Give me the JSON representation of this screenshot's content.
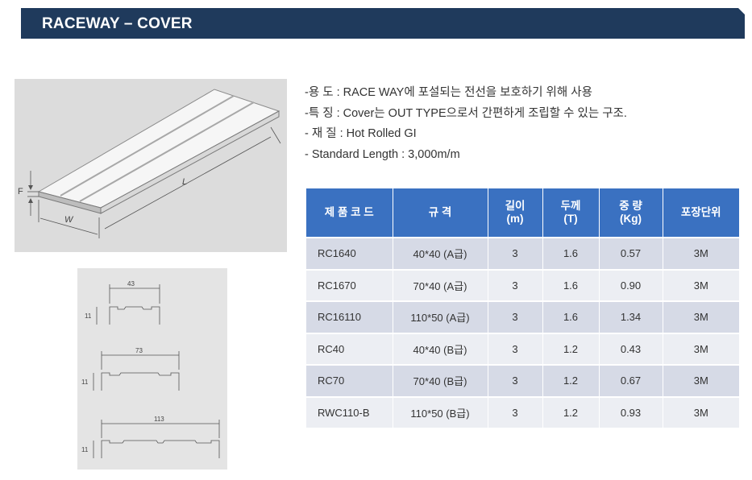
{
  "header": {
    "title": "RACEWAY – COVER",
    "bar_color": "#1f3a5c"
  },
  "figure": {
    "dim_labels": [
      "F",
      "W",
      "L"
    ]
  },
  "profiles": [
    {
      "width": "43",
      "height": "11"
    },
    {
      "width": "73",
      "height": "11"
    },
    {
      "width": "113",
      "height": "11"
    }
  ],
  "specs": [
    "-용 도 : RACE WAY에 포설되는 전선을 보호하기 위해 사용",
    "-특 징 : Cover는 OUT TYPE으로서 간편하게 조립할 수 있는 구조.",
    "- 재 질 : Hot Rolled GI",
    "- Standard Length : 3,000m/m"
  ],
  "table": {
    "header_color": "#3a71c1",
    "headers": [
      {
        "line1": "제 품 코 드",
        "line2": ""
      },
      {
        "line1": "규      격",
        "line2": ""
      },
      {
        "line1": "길이",
        "line2": "(m)"
      },
      {
        "line1": "두께",
        "line2": "(T)"
      },
      {
        "line1": "중  량",
        "line2": "(Kg)"
      },
      {
        "line1": "포장단위",
        "line2": ""
      }
    ],
    "rows": [
      [
        "RC1640",
        "40*40  (A급)",
        "3",
        "1.6",
        "0.57",
        "3M"
      ],
      [
        "RC1670",
        "70*40  (A급)",
        "3",
        "1.6",
        "0.90",
        "3M"
      ],
      [
        "RC16110",
        "110*50 (A급)",
        "3",
        "1.6",
        "1.34",
        "3M"
      ],
      [
        "RC40",
        "40*40  (B급)",
        "3",
        "1.2",
        "0.43",
        "3M"
      ],
      [
        "RC70",
        "70*40  (B급)",
        "3",
        "1.2",
        "0.67",
        "3M"
      ],
      [
        "RWC110-B",
        "110*50 (B급)",
        "3",
        "1.2",
        "0.93",
        "3M"
      ]
    ]
  }
}
